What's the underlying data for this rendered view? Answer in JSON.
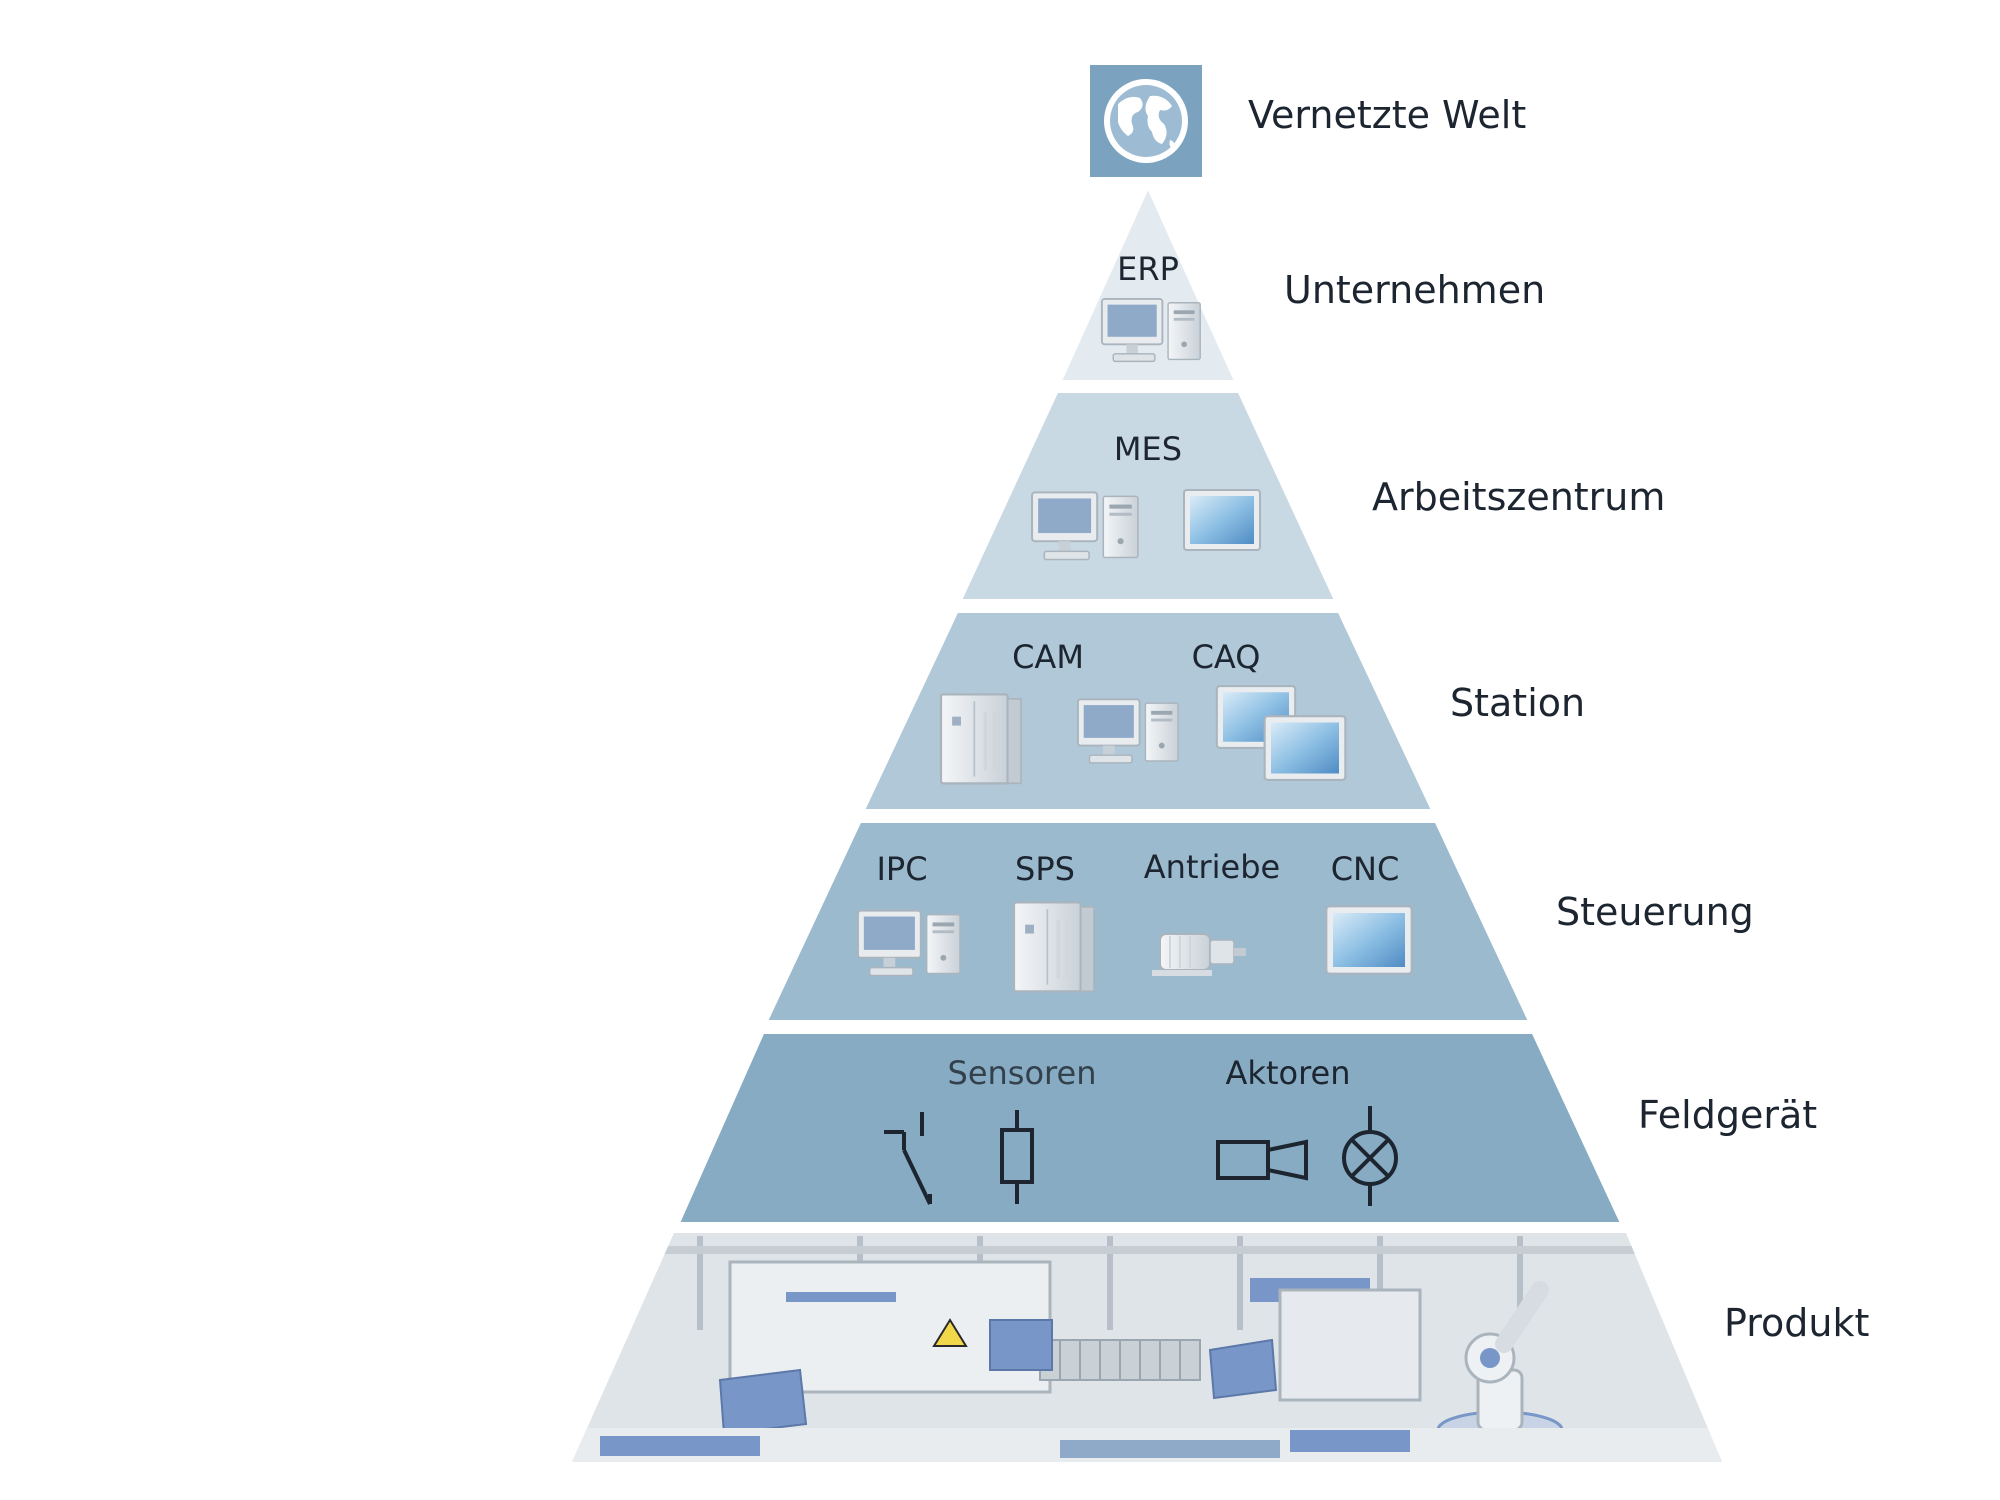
{
  "layers": [
    {
      "id": "vernetzte-welt",
      "label": "Vernetzte Welt",
      "icon": "globe-icon"
    },
    {
      "id": "unternehmen",
      "label": "Unternehmen",
      "systems": [
        "ERP"
      ]
    },
    {
      "id": "arbeitszentrum",
      "label": "Arbeitszentrum",
      "systems": [
        "MES"
      ]
    },
    {
      "id": "station",
      "label": "Station",
      "systems": [
        "CAM",
        "CAQ"
      ]
    },
    {
      "id": "steuerung",
      "label": "Steuerung",
      "systems": [
        "IPC",
        "SPS",
        "Antriebe",
        "CNC"
      ]
    },
    {
      "id": "feldgeraet",
      "label": "Feldgerät",
      "systems": [
        "Sensoren",
        "Aktoren"
      ]
    },
    {
      "id": "produkt",
      "label": "Produkt"
    }
  ],
  "icons": {
    "unternehmen": [
      "desktop-computer-icon"
    ],
    "arbeitszentrum": [
      "desktop-computer-icon",
      "panel-monitor-icon"
    ],
    "station": [
      "control-cabinet-icon",
      "desktop-computer-icon",
      "panel-monitor-icon",
      "panel-monitor-icon"
    ],
    "steuerung": [
      "desktop-computer-icon",
      "control-cabinet-icon",
      "drive-motor-icon",
      "panel-monitor-icon"
    ],
    "feldgeraet": [
      "switch-contact-symbol-icon",
      "sensor-symbol-icon",
      "actuator-cylinder-symbol-icon",
      "lamp-symbol-icon"
    ],
    "produkt": [
      "production-line-illustration"
    ]
  },
  "colors": {
    "globe_tile": "#7ba3bf",
    "tier_unternehmen": "#e3ebf1",
    "tier_arbeitszentrum": "#c9d9e4",
    "tier_station": "#b0c8d8",
    "tier_steuerung": "#9cbace",
    "tier_feldgeraet": "#86abc3",
    "tier_produkt": "#d9dfe4",
    "accent_blue": "#7896c8"
  }
}
